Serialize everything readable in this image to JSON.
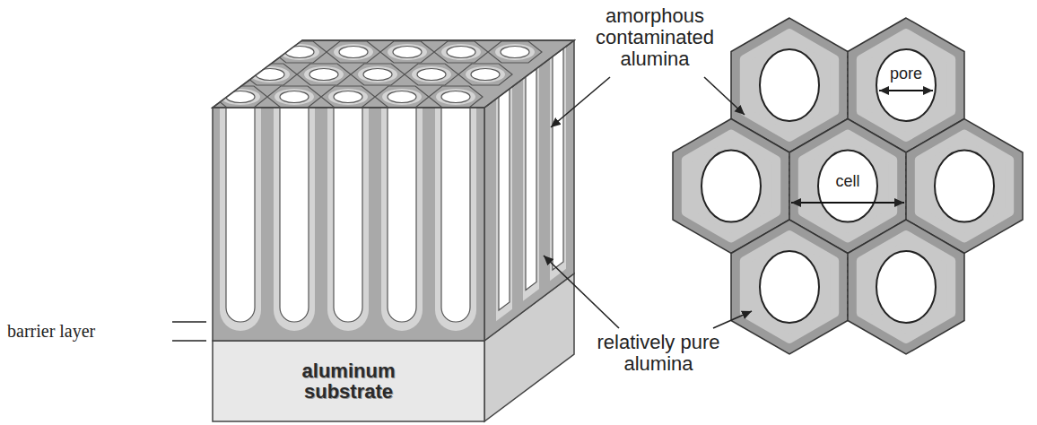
{
  "diagram": {
    "nodes": [
      {
        "text": [
          "aluminum substrate"
        ]
      }
    ],
    "labels": [
      "amorphous contaminated alumina",
      "relatively pure alumina",
      "barrier layer",
      "pore",
      "cell"
    ]
  }
}
